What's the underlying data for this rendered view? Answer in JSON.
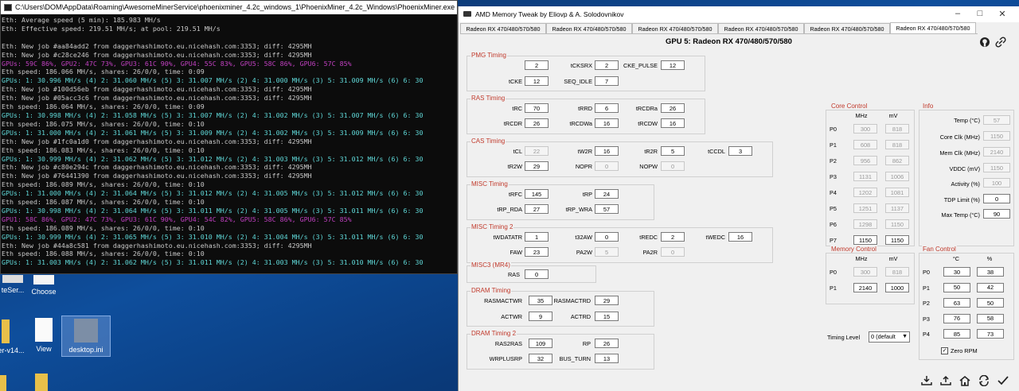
{
  "console": {
    "title": "C:\\Users\\DOM\\AppData\\Roaming\\AwesomeMinerService\\phoenixminer_4.2c_windows_1\\PhoenixMiner_4.2c_Windows\\PhoenixMiner.exe",
    "lines": [
      {
        "t": "Eth: Average speed (5 min): 185.983 MH/s",
        "c": ""
      },
      {
        "t": "Eth: Effective speed: 219.51 MH/s; at pool: 219.51 MH/s",
        "c": ""
      },
      {
        "t": "",
        "c": ""
      },
      {
        "t": "Eth: New job #aa84add2 from daggerhashimoto.eu.nicehash.com:3353; diff: 4295MH",
        "c": ""
      },
      {
        "t": "Eth: New job #c28ce246 from daggerhashimoto.eu.nicehash.com:3353; diff: 4295MH",
        "c": ""
      },
      {
        "t": "GPUs: 59C 86%, GPU2: 47C 73%, GPU3: 61C 90%, GPU4: 55C 83%, GPU5: 58C 86%, GPU6: 57C 85%",
        "c": "mag"
      },
      {
        "t": "Eth speed: 186.066 MH/s, shares: 26/0/0, time: 0:09",
        "c": ""
      },
      {
        "t": "GPUs: 1: 30.996 MH/s (4) 2: 31.060 MH/s (5) 3: 31.007 MH/s (2) 4: 31.000 MH/s (3) 5: 31.009 MH/s (6) 6: 30",
        "c": "cyan"
      },
      {
        "t": "Eth: New job #100d56eb from daggerhashimoto.eu.nicehash.com:3353; diff: 4295MH",
        "c": ""
      },
      {
        "t": "Eth: New job #05acc3c6 from daggerhashimoto.eu.nicehash.com:3353; diff: 4295MH",
        "c": ""
      },
      {
        "t": "Eth speed: 186.064 MH/s, shares: 26/0/0, time: 0:09",
        "c": ""
      },
      {
        "t": "GPUs: 1: 30.998 MH/s (4) 2: 31.058 MH/s (5) 3: 31.007 MH/s (2) 4: 31.002 MH/s (3) 5: 31.007 MH/s (6) 6: 30",
        "c": "cyan"
      },
      {
        "t": "Eth speed: 186.075 MH/s, shares: 26/0/0, time: 0:10",
        "c": ""
      },
      {
        "t": "GPUs: 1: 31.000 MH/s (4) 2: 31.061 MH/s (5) 3: 31.009 MH/s (2) 4: 31.002 MH/s (3) 5: 31.009 MH/s (6) 6: 30",
        "c": "cyan"
      },
      {
        "t": "Eth: New job #1fc0a1d0 from daggerhashimoto.eu.nicehash.com:3353; diff: 4295MH",
        "c": ""
      },
      {
        "t": "Eth speed: 186.083 MH/s, shares: 26/0/0, time: 0:10",
        "c": ""
      },
      {
        "t": "GPUs: 1: 30.999 MH/s (4) 2: 31.062 MH/s (5) 3: 31.012 MH/s (2) 4: 31.003 MH/s (3) 5: 31.012 MH/s (6) 6: 30",
        "c": "cyan"
      },
      {
        "t": "Eth: New job #c80e294c from daggerhashimoto.eu.nicehash.com:3353; diff: 4295MH",
        "c": ""
      },
      {
        "t": "Eth: New job #76441390 from daggerhashimoto.eu.nicehash.com:3353; diff: 4295MH",
        "c": ""
      },
      {
        "t": "Eth speed: 186.089 MH/s, shares: 26/0/0, time: 0:10",
        "c": ""
      },
      {
        "t": "GPUs: 1: 31.000 MH/s (4) 2: 31.064 MH/s (5) 3: 31.012 MH/s (2) 4: 31.005 MH/s (3) 5: 31.012 MH/s (6) 6: 30",
        "c": "cyan"
      },
      {
        "t": "Eth speed: 186.087 MH/s, shares: 26/0/0, time: 0:10",
        "c": ""
      },
      {
        "t": "GPUs: 1: 30.998 MH/s (4) 2: 31.064 MH/s (5) 3: 31.011 MH/s (2) 4: 31.005 MH/s (3) 5: 31.011 MH/s (6) 6: 30",
        "c": "cyan"
      },
      {
        "t": "GPU1: 58C 86%, GPU2: 47C 73%, GPU3: 61C 90%, GPU4: 54C 82%, GPU5: 58C 86%, GPU6: 57C 85%",
        "c": "mag"
      },
      {
        "t": "Eth speed: 186.089 MH/s, shares: 26/0/0, time: 0:10",
        "c": ""
      },
      {
        "t": "GPUs: 1: 30.999 MH/s (4) 2: 31.065 MH/s (5) 3: 31.010 MH/s (2) 4: 31.004 MH/s (3) 5: 31.011 MH/s (6) 6: 30",
        "c": "cyan"
      },
      {
        "t": "Eth: New job #44a8c581 from daggerhashimoto.eu.nicehash.com:3353; diff: 4295MH",
        "c": ""
      },
      {
        "t": "Eth speed: 186.088 MH/s, shares: 26/0/0, time: 0:10",
        "c": ""
      },
      {
        "t": "GPUs: 1: 31.003 MH/s (4) 2: 31.062 MH/s (5) 3: 31.011 MH/s (2) 4: 31.003 MH/s (3) 5: 31.010 MH/s (6) 6: 30",
        "c": "cyan"
      }
    ]
  },
  "desktop": {
    "icons": [
      "teSer...",
      "Choose",
      "er-v14...",
      "View",
      "desktop.ini"
    ]
  },
  "tweak": {
    "title": "AMD Memory Tweak by Eliovp & A. Solodovnikov",
    "tabs": [
      "Radeon RX 470/480/570/580",
      "Radeon RX 470/480/570/580",
      "Radeon RX 470/480/570/580",
      "Radeon RX 470/480/570/580",
      "Radeon RX 470/480/570/580",
      "Radeon RX 470/480/570/580"
    ],
    "gpu_title": "GPU 5: Radeon RX 470/480/570/580",
    "pmg": {
      "title": "PMG Timing",
      "tCKSRE": "2",
      "tCKSRX": "2",
      "CKE_PULSE": "12",
      "tCKE": "12",
      "SEQ_IDLE": "7"
    },
    "ras": {
      "title": "RAS Timing",
      "tRC": "70",
      "tRRD": "6",
      "tRCDRa": "26",
      "tRCDR": "26",
      "tRCDWa": "16",
      "tRCDW": "16"
    },
    "cas": {
      "title": "CAS Timing",
      "tCL": "22",
      "tW2R": "16",
      "tR2R": "5",
      "tCCDL": "3",
      "tR2W": "29",
      "NOPR": "0",
      "NOPW": "0"
    },
    "misc": {
      "title": "MISC Timing",
      "tRFC": "145",
      "tRP": "24",
      "tRP_RDA": "27",
      "tRP_WRA": "57"
    },
    "misc2": {
      "title": "MISC Timing 2",
      "tWDATATR": "1",
      "t32AW": "0",
      "tREDC": "2",
      "tWEDC": "16",
      "FAW": "23",
      "PA2W": "5",
      "PA2R": "0"
    },
    "misc3": {
      "title": "MISC3 (MR4)",
      "RAS": "0"
    },
    "dram": {
      "title": "DRAM Timing",
      "RASMACTWR": "35",
      "RASMACTRD": "29",
      "ACTWR": "9",
      "ACTRD": "15"
    },
    "dram2": {
      "title": "DRAM Timing 2",
      "RAS2RAS": "109",
      "RP": "26",
      "WRPLUSRP": "32",
      "BUS_TURN": "13"
    },
    "core": {
      "title": "Core Control",
      "mhz": "MHz",
      "mv": "mV",
      "rows": [
        [
          "P0",
          "300",
          "818"
        ],
        [
          "P1",
          "608",
          "818"
        ],
        [
          "P2",
          "956",
          "862"
        ],
        [
          "P3",
          "1131",
          "1006"
        ],
        [
          "P4",
          "1202",
          "1081"
        ],
        [
          "P5",
          "1251",
          "1137"
        ],
        [
          "P6",
          "1298",
          "1150"
        ],
        [
          "P7",
          "1150",
          "1150"
        ]
      ]
    },
    "info": {
      "title": "Info",
      "temp_l": "Temp (°C)",
      "temp": "57",
      "core_l": "Core Clk (MHz)",
      "core": "1150",
      "mem_l": "Mem Clk (MHz)",
      "mem": "2140",
      "vddc_l": "VDDC (mV)",
      "vddc": "1150",
      "act_l": "Activity (%)",
      "act": "100",
      "tdp_l": "TDP Limit (%)",
      "tdp": "0",
      "maxt_l": "Max Temp (°C)",
      "maxt": "90"
    },
    "memory": {
      "title": "Memory Control",
      "mhz": "MHz",
      "mv": "mV",
      "rows": [
        [
          "P0",
          "300",
          "818"
        ],
        [
          "P1",
          "2140",
          "1000"
        ]
      ]
    },
    "fan": {
      "title": "Fan Control",
      "c": "°C",
      "p": "%",
      "rows": [
        [
          "P0",
          "30",
          "38"
        ],
        [
          "P1",
          "50",
          "42"
        ],
        [
          "P2",
          "63",
          "50"
        ],
        [
          "P3",
          "76",
          "58"
        ],
        [
          "P4",
          "85",
          "73"
        ]
      ],
      "zero_rpm": "Zero RPM"
    },
    "timing_level": {
      "label": "Timing Level",
      "value": "0 (default"
    }
  }
}
